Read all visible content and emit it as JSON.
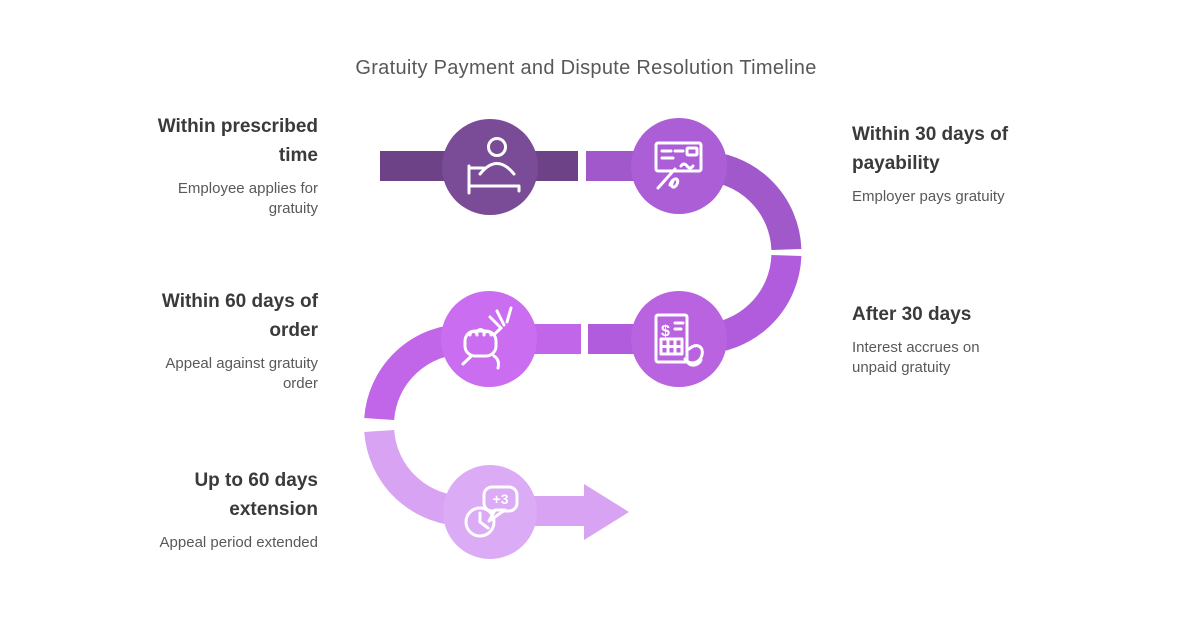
{
  "title": "Gratuity Payment and Dispute Resolution Timeline",
  "palette": {
    "background": "#FFFFFF",
    "title_color": "#58585A",
    "heading_color": "#3A3A3C",
    "description_color": "#58595B",
    "icon_stroke": "#FFFFFF"
  },
  "steps": [
    {
      "order": 1,
      "side": "left",
      "heading": "Within prescribed time",
      "heading_lines": [
        "Within prescribed",
        "time"
      ],
      "description": "Employee applies for gratuity",
      "desc_lines": [
        "Employee applies for",
        "gratuity"
      ],
      "icon": "employee-application-icon",
      "band_color": "#6E4286",
      "circle_color": "#7A4B96"
    },
    {
      "order": 2,
      "side": "right",
      "heading": "Within 30 days of payability",
      "heading_lines": [
        "Within 30 days of",
        "payability"
      ],
      "description": "Employer pays gratuity",
      "desc_lines": [
        "Employer pays gratuity"
      ],
      "icon": "cheque-payment-icon",
      "band_color": "#A158CB",
      "circle_color": "#AC5ED7"
    },
    {
      "order": 3,
      "side": "right",
      "heading": "After 30 days",
      "heading_lines": [
        "After 30 days"
      ],
      "description": "Interest accrues on unpaid gratuity",
      "desc_lines": [
        "Interest accrues on",
        "unpaid gratuity"
      ],
      "icon": "invoice-interest-icon",
      "icon_label": "$",
      "band_color": "#B15CDC",
      "circle_color": "#B963E0"
    },
    {
      "order": 4,
      "side": "left",
      "heading": "Within 60 days of order",
      "heading_lines": [
        "Within 60 days of",
        "order"
      ],
      "description": "Appeal against gratuity order",
      "desc_lines": [
        "Appeal against gratuity",
        "order"
      ],
      "icon": "appeal-fist-icon",
      "band_color": "#C166E9",
      "circle_color": "#CA6DF0"
    },
    {
      "order": 5,
      "side": "left",
      "heading": "Up to 60 days extension",
      "heading_lines": [
        "Up to 60 days",
        "extension"
      ],
      "description": "Appeal period extended",
      "desc_lines": [
        "Appeal period extended"
      ],
      "icon": "extension-clock-icon",
      "icon_label": "+3",
      "band_color": "#D8A3F2",
      "circle_color": "#DBABF5"
    }
  ]
}
